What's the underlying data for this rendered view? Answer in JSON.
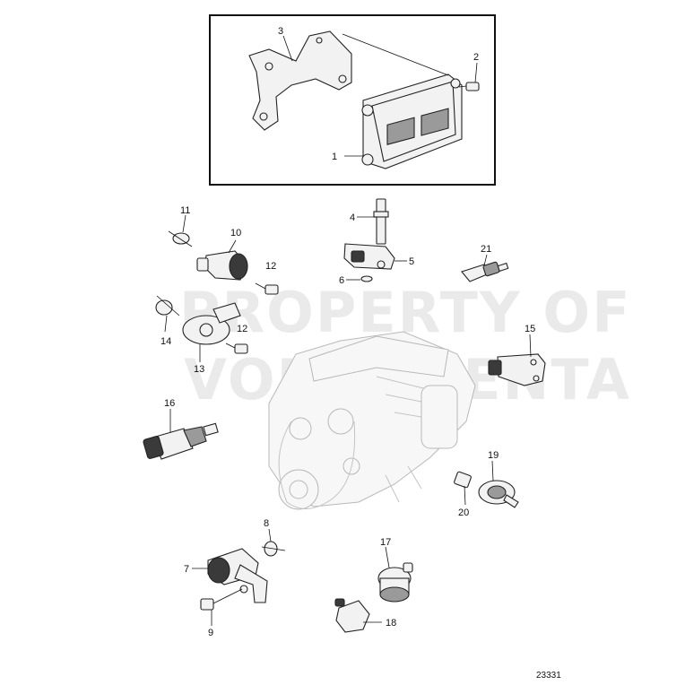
{
  "diagram": {
    "drawing_number": "23331",
    "watermark": [
      "PROPERTY OF",
      "VOLVO PENTA"
    ],
    "callouts": [
      "1",
      "2",
      "3",
      "4",
      "5",
      "6",
      "7",
      "8",
      "9",
      "10",
      "11",
      "12",
      "12",
      "13",
      "14",
      "15",
      "16",
      "17",
      "18",
      "19",
      "20",
      "21"
    ]
  }
}
